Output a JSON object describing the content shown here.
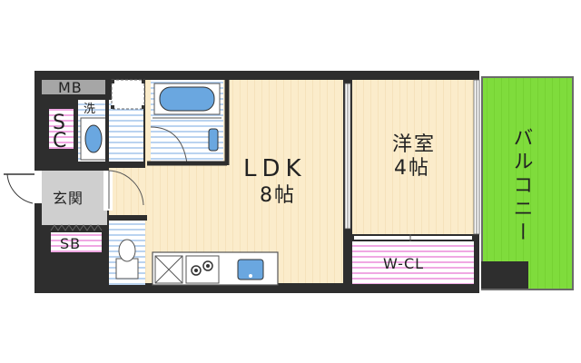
{
  "plan": {
    "rooms": {
      "ldk_name": "LDK",
      "ldk_size": "8帖",
      "western_name": "洋室",
      "western_size": "4帖",
      "walk_in_closet": "W-CL",
      "balcony": "バルコニー",
      "entrance": "玄関",
      "shoe_box": "SB",
      "shoe_closet_top": "S",
      "shoe_closet_bottom": "C",
      "meter_box": "MB",
      "wash_machine": "洗"
    }
  }
}
